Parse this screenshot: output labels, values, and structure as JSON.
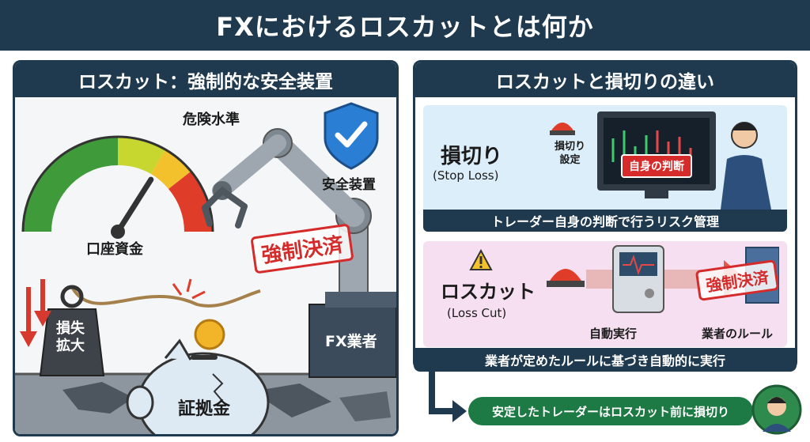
{
  "title": "FXにおけるロスカットとは何か",
  "left_panel": {
    "heading": "ロスカット：強制的な安全装置",
    "gauge_danger_label": "危険水準",
    "gauge_label": "口座資金",
    "gauge_level": 0.68,
    "shield_label": "安全装置",
    "stamp": "強制決済",
    "weight_label_line1": "損失",
    "weight_label_line2": "拡大",
    "piggy_label": "証拠金",
    "broker_label": "FX業者"
  },
  "right_panel": {
    "heading": "ロスカットと損切りの違い",
    "stop_loss": {
      "title": "損切り",
      "subtitle": "(Stop Loss)",
      "setting_label_line1": "損切り",
      "setting_label_line2": "設定",
      "judgment_label": "自身の判断",
      "caption": "トレーダー自身の判断で行うリスク管理"
    },
    "loss_cut": {
      "title": "ロスカット",
      "subtitle": "(Loss Cut)",
      "auto_label": "自動実行",
      "stamp": "強制決済",
      "rule_label": "業者のルール",
      "caption": "業者が定めたルールに基づき自動的に実行"
    }
  },
  "tip": "安定したトレーダーはロスカット前に損切り",
  "colors": {
    "navy": "#1f3a4f",
    "danger_red": "#d52b2b",
    "tip_green": "#1e7a44",
    "stop_loss_bg": "#dceef9",
    "loss_cut_bg": "#f6dff0"
  }
}
